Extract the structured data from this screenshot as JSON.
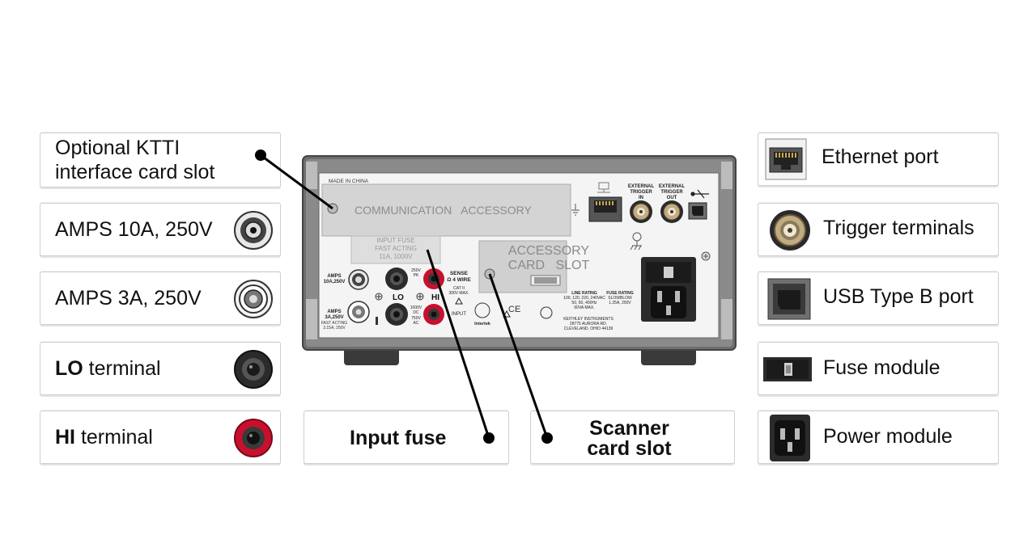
{
  "left_callouts": {
    "ktti": {
      "line1": "Optional KTTI",
      "line2": "interface card slot"
    },
    "amps10": "AMPS 10A, 250V",
    "amps3": "AMPS 3A, 250V",
    "lo": {
      "bold": "LO",
      "rest": " terminal"
    },
    "hi": {
      "bold": "HI",
      "rest": " terminal"
    }
  },
  "bottom_callouts": {
    "input_fuse": "Input fuse",
    "scanner": {
      "line1": "Scanner",
      "line2": "card slot"
    }
  },
  "right_callouts": {
    "ethernet": "Ethernet port",
    "trigger": "Trigger terminals",
    "usb": "USB Type B port",
    "fuse": "Fuse module",
    "power": "Power module"
  },
  "panel": {
    "made_in": "MADE IN CHINA",
    "comm_accessory": "COMMUNICATION   ACCESSORY",
    "accessory_line1": "ACCESSORY",
    "accessory_line2": "CARD   SLOT",
    "fuse_line1": "INPUT FUSE",
    "fuse_line2": "FAST ACTING",
    "fuse_line3": "11A, 1000V",
    "ext_trig_in_1": "EXTERNAL",
    "ext_trig_in_2": "TRIGGER",
    "ext_trig_in_3": "IN",
    "ext_trig_out_1": "EXTERNAL",
    "ext_trig_out_2": "TRIGGER",
    "ext_trig_out_3": "OUT",
    "amps10_1": "AMPS",
    "amps10_2": "10A,250V",
    "amps3_1": "AMPS",
    "amps3_2": "3A,250V",
    "amps3_3": "FAST ACTING",
    "amps3_4": "3.15A, 250V",
    "lo": "LO",
    "hi": "HI",
    "sense_1": "SENSE",
    "sense_2": "Ω 4 WIRE",
    "v250pk": "250V",
    "v250pk_2": "PK",
    "v1000": "1000V",
    "v1000_2": "DC",
    "v750": "750V",
    "v750_2": "AC",
    "cat_1": "CAT II",
    "cat_2": "300V MAX.",
    "input": "INPUT",
    "intertek": "Intertek",
    "line_rating_1": "LINE RATING",
    "line_rating_2": "100, 120, 220, 240VAC",
    "line_rating_3": "50, 60, 400Hz",
    "line_rating_4": "60VA MAX.",
    "fuse_rating_1": "FUSE RATING",
    "fuse_rating_2": "SLOWBLOW",
    "fuse_rating_3": "1.25A, 250V",
    "maker_1": "KEITHLEY INSTRUMENTS",
    "maker_2": "28775 AURORA RD.",
    "maker_3": "CLEVELAND, OHIO 44139",
    "ce": "CE"
  },
  "colors": {
    "panel_bg": "#f4f4f4",
    "panel_frame": "#6e6e6e",
    "label_plate": "#d4d4d4",
    "terminal_red": "#c8102e",
    "terminal_black": "#2a2a2a",
    "connector_brass": "#b8a27a",
    "leader_line": "#000000"
  },
  "icons": [
    "rj45-icon",
    "bnc-icon",
    "usb-b-icon",
    "fuse-module-icon",
    "power-module-icon",
    "banana-jack-icon",
    "usb-symbol-icon",
    "ground-icon"
  ]
}
